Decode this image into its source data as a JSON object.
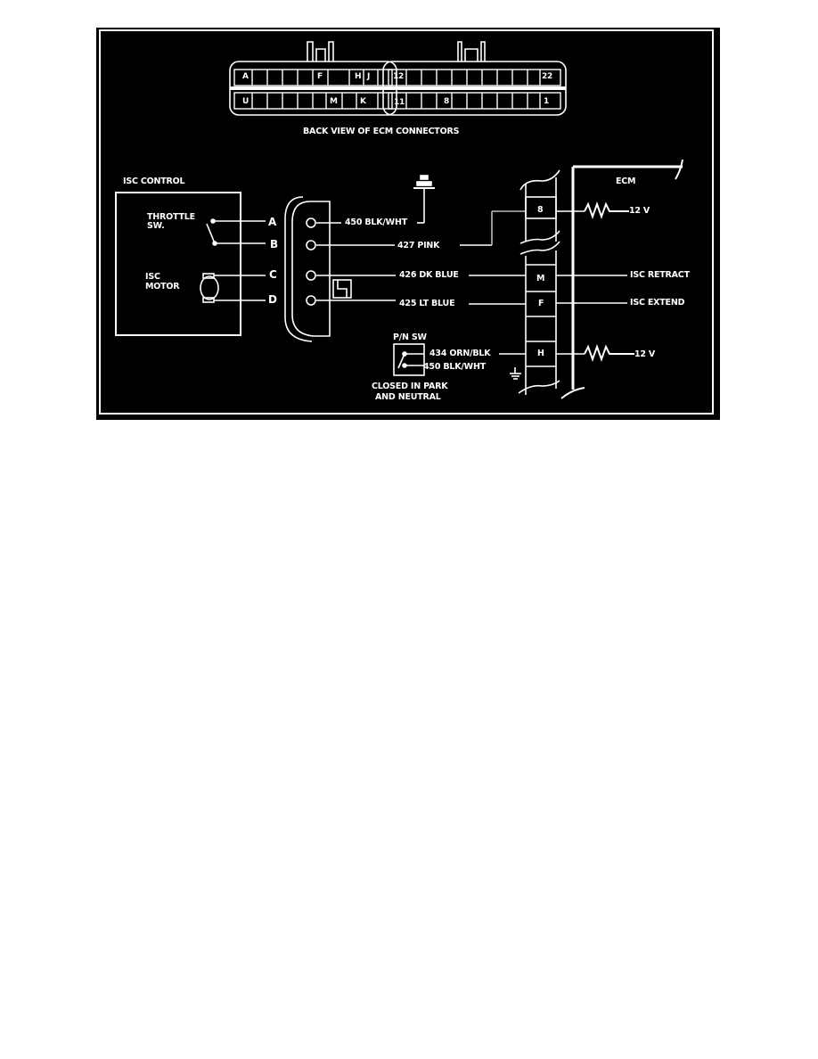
{
  "diagram": {
    "connectors_caption": "BACK VIEW OF ECM CONNECTORS",
    "connector_left": {
      "top_row": [
        "A",
        "",
        "",
        "",
        "",
        "F",
        "",
        "H",
        "J"
      ],
      "bottom_row": [
        "U",
        "",
        "",
        "",
        "",
        "",
        "M",
        "",
        "K"
      ]
    },
    "connector_right": {
      "top_row": [
        "12",
        "",
        "",
        "",
        "",
        "",
        "",
        "",
        "",
        "",
        "22"
      ],
      "bottom_row": [
        "11",
        "",
        "",
        "8",
        "",
        "",
        "",
        "",
        "",
        "",
        "1"
      ]
    },
    "isc_control": {
      "title": "ISC CONTROL",
      "throttle_label_1": "THROTTLE",
      "throttle_label_2": "SW.",
      "motor_label_1": "ISC",
      "motor_label_2": "MOTOR",
      "terminals": [
        "A",
        "B",
        "C",
        "D"
      ]
    },
    "wires": {
      "a": "450 BLK/WHT",
      "b": "427 PINK",
      "c": "426 DK BLUE",
      "d": "425 LT BLUE"
    },
    "ecm": {
      "title": "ECM",
      "pins": [
        "8",
        "M",
        "F",
        "H"
      ],
      "voltage_top": "12 V",
      "voltage_bottom": "12 V",
      "isc_retract": "ISC RETRACT",
      "isc_extend": "ISC EXTEND"
    },
    "pn_switch": {
      "title": "P/N SW",
      "wire_1": "434 ORN/BLK",
      "wire_2": "450 BLK/WHT",
      "note_1": "CLOSED IN PARK",
      "note_2": "AND NEUTRAL"
    },
    "colors": {
      "background": "#000000",
      "line": "#ffffff",
      "page": "#ffffff"
    }
  }
}
